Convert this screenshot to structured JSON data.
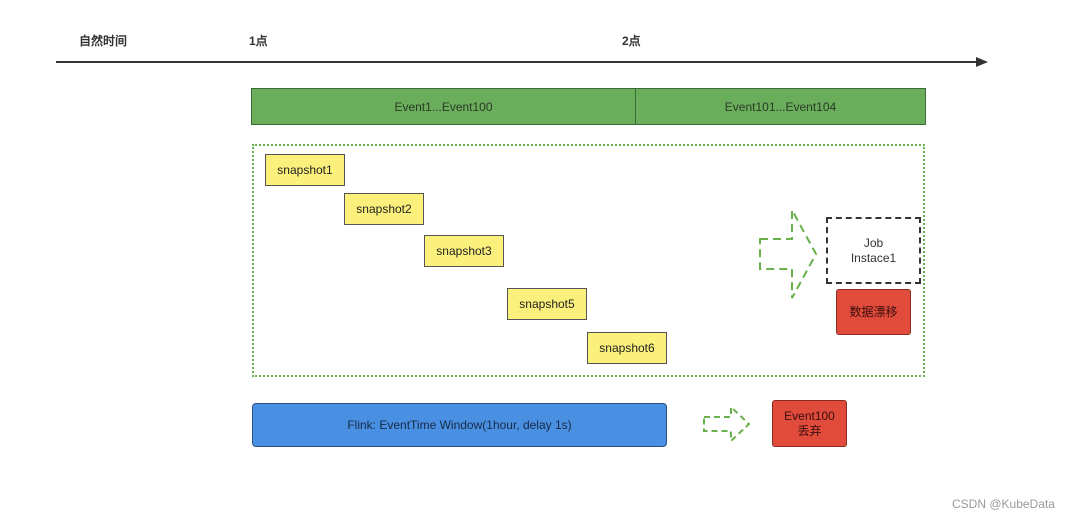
{
  "timeline": {
    "label_natural_time": "自然时间",
    "label_1": "1点",
    "label_2": "2点"
  },
  "events": {
    "bar1": "Event1...Event100",
    "bar2": "Event101...Event104"
  },
  "snapshots": [
    "snapshot1",
    "snapshot2",
    "snapshot3",
    "snapshot5",
    "snapshot6"
  ],
  "job": {
    "line1": "Job",
    "line2": "Instace1"
  },
  "data_drift": "数据漂移",
  "flink": "Flink: EventTime Window(1hour, delay 1s)",
  "discard": {
    "line1": "Event100",
    "line2": "丢弃"
  },
  "colors": {
    "event_bar": "#6aad5b",
    "snapshot": "#fbf07b",
    "flink": "#4a90e2",
    "alert": "#e04b3c",
    "dotted_border": "#6ab04c"
  },
  "icons": {
    "arrow_large": "dashed-right-arrow-icon",
    "arrow_small": "dashed-right-arrow-icon"
  },
  "watermark": "CSDN @KubeData"
}
